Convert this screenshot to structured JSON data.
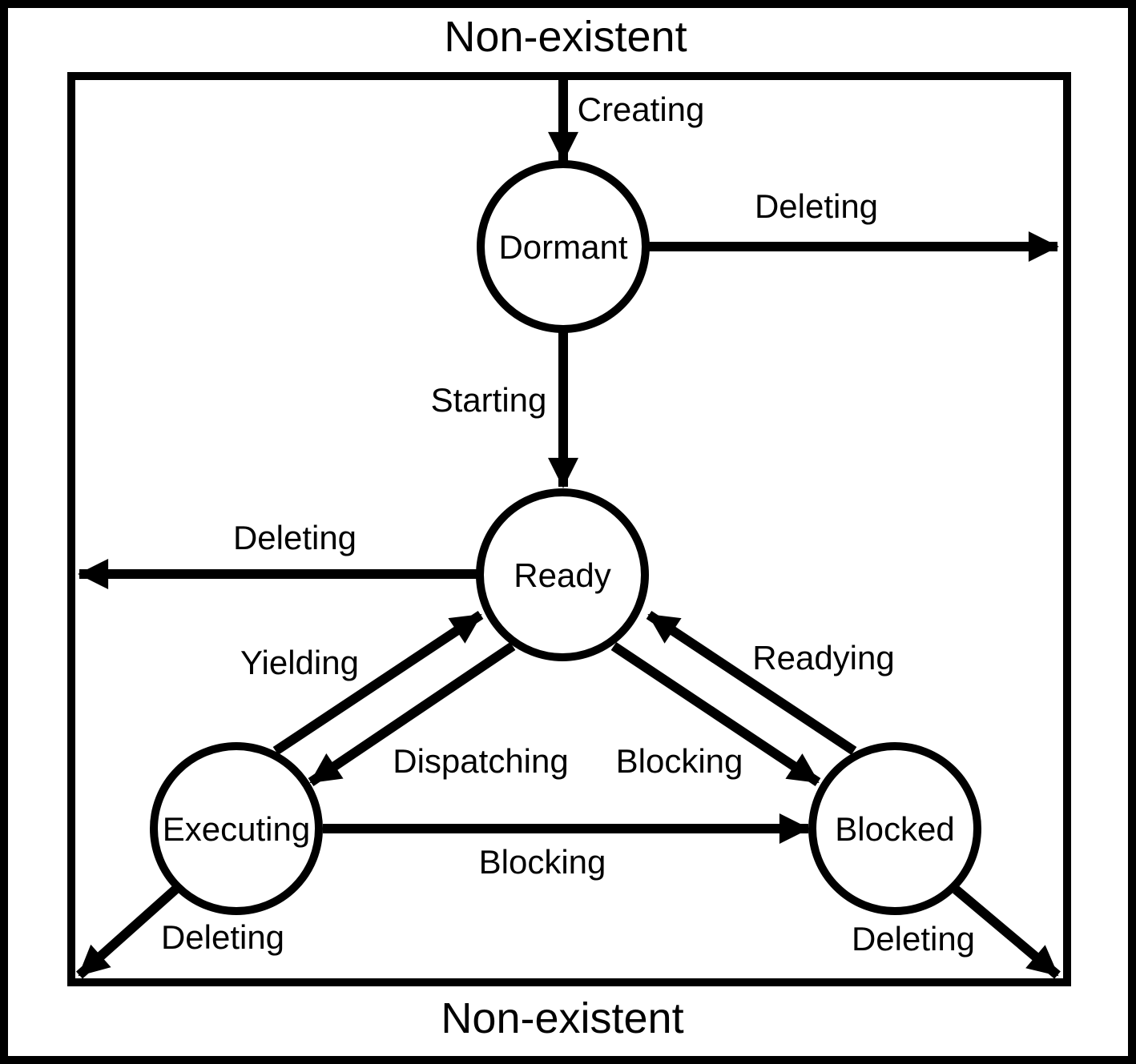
{
  "diagram": {
    "titles": {
      "top": "Non-existent",
      "bottom": "Non-existent"
    },
    "states": [
      {
        "label": "Dormant"
      },
      {
        "label": "Ready"
      },
      {
        "label": "Executing"
      },
      {
        "label": "Blocked"
      }
    ],
    "transitions": [
      {
        "label": "Creating",
        "from": "Non-existent",
        "to": "Dormant"
      },
      {
        "label": "Deleting",
        "from": "Dormant",
        "to": "Non-existent"
      },
      {
        "label": "Starting",
        "from": "Dormant",
        "to": "Ready"
      },
      {
        "label": "Deleting",
        "from": "Ready",
        "to": "Non-existent"
      },
      {
        "label": "Yielding",
        "from": "Executing",
        "to": "Ready"
      },
      {
        "label": "Dispatching",
        "from": "Ready",
        "to": "Executing"
      },
      {
        "label": "Blocking",
        "from": "Ready",
        "to": "Blocked"
      },
      {
        "label": "Readying",
        "from": "Blocked",
        "to": "Ready"
      },
      {
        "label": "Blocking",
        "from": "Executing",
        "to": "Blocked"
      },
      {
        "label": "Deleting",
        "from": "Executing",
        "to": "Non-existent"
      },
      {
        "label": "Deleting",
        "from": "Blocked",
        "to": "Non-existent"
      }
    ],
    "colors": {
      "ink": "#000000",
      "background": "#ffffff"
    }
  }
}
